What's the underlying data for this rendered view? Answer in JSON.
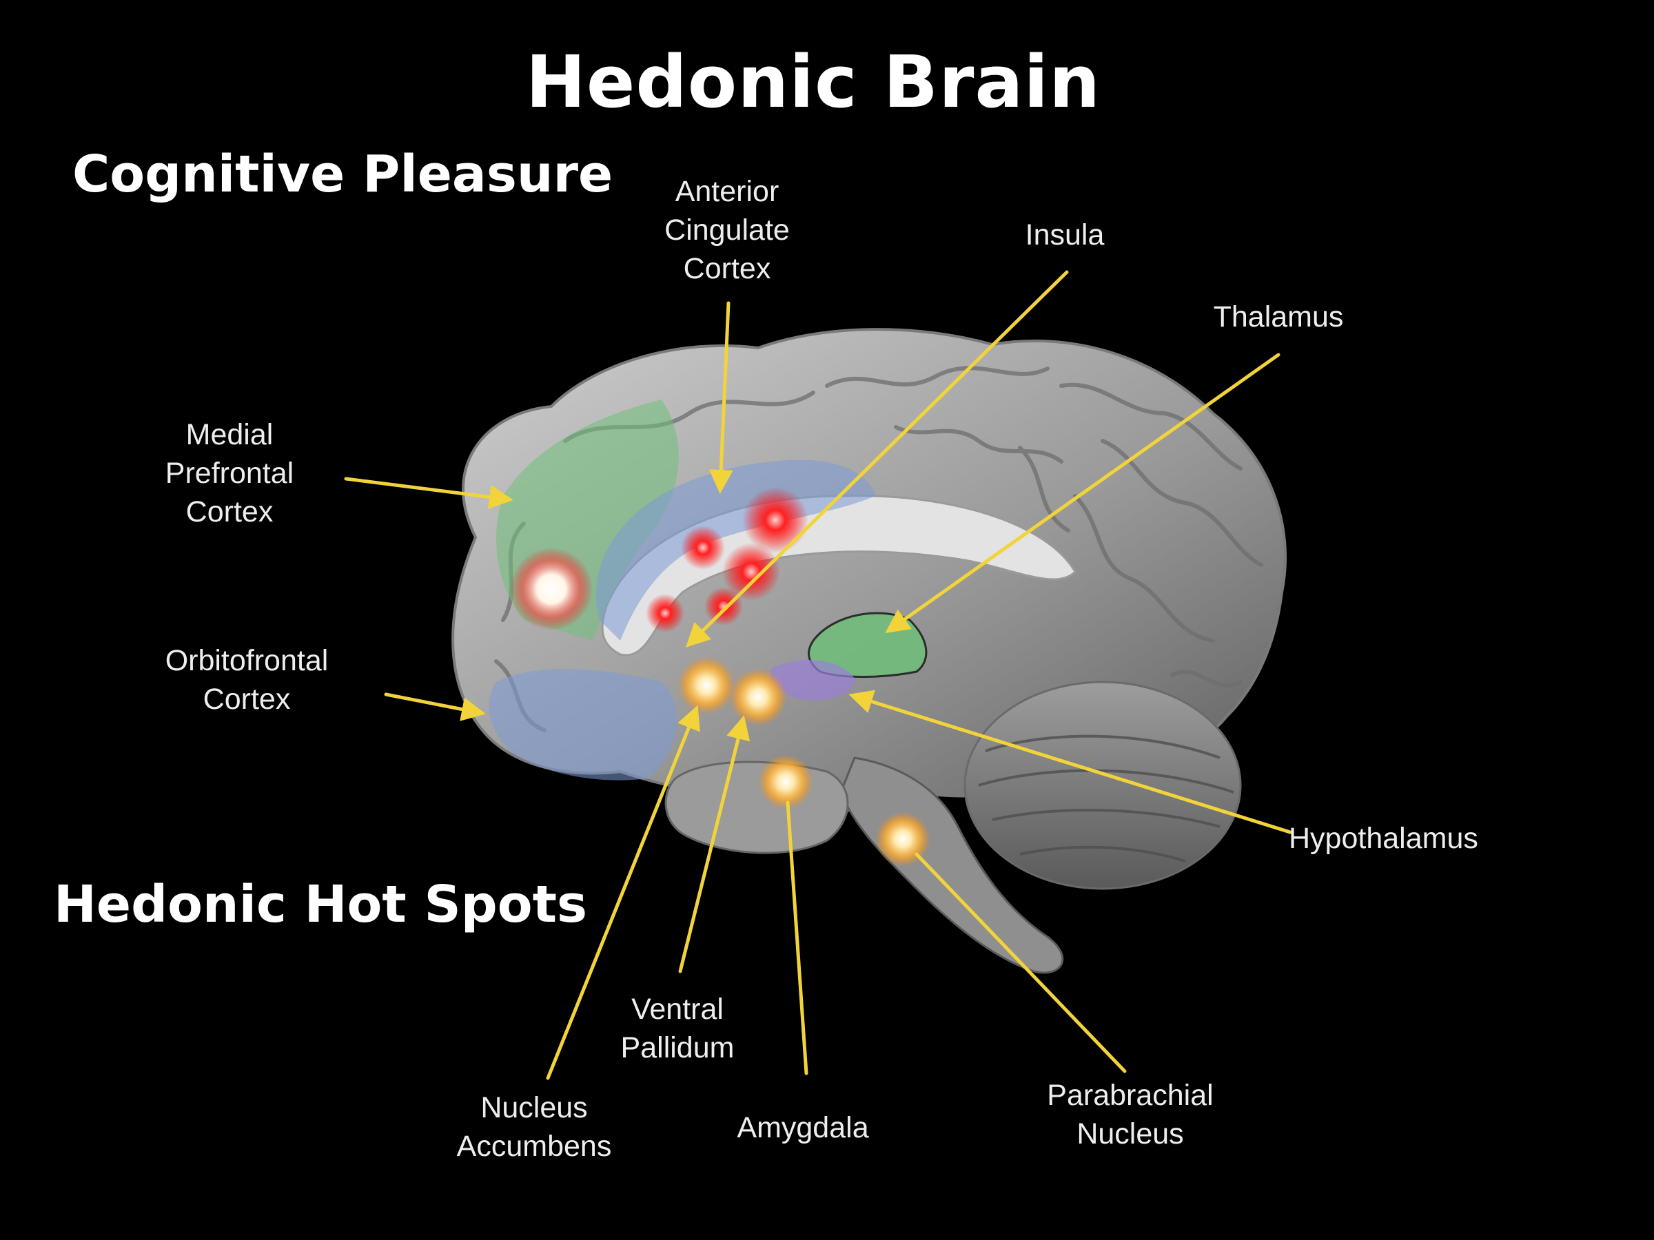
{
  "title": "Hedonic Brain",
  "sections": {
    "cognitive": "Cognitive Pleasure",
    "hotspots": "Hedonic Hot Spots"
  },
  "labels": {
    "acc": [
      "Anterior",
      "Cingulate",
      "Cortex"
    ],
    "insula": [
      "Insula"
    ],
    "thalamus": [
      "Thalamus"
    ],
    "mpfc": [
      "Medial",
      "Prefrontal",
      "Cortex"
    ],
    "ofc": [
      "Orbitofrontal",
      "Cortex"
    ],
    "hypothalamus": [
      "Hypothalamus"
    ],
    "vp": [
      "Ventral",
      "Pallidum"
    ],
    "nacc": [
      "Nucleus",
      "Accumbens"
    ],
    "amygdala": [
      "Amygdala"
    ],
    "parabrachial": [
      "Parabrachial",
      "Nucleus"
    ]
  },
  "colors": {
    "background": "#000000",
    "arrow": "#f2d43a",
    "cognitive_region_green": "#6fbf7a",
    "cognitive_region_blue": "#7d9ad6",
    "hotspot_red": "#ff2a2a",
    "hotspot_gold": "#ffc24a"
  }
}
